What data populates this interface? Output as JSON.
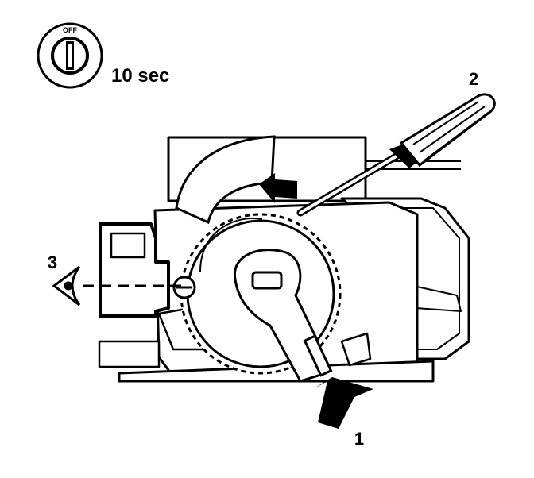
{
  "key_switch": {
    "position_text": "OFF",
    "duration_text": "10 sec"
  },
  "callouts": [
    {
      "id": "1",
      "text": "1"
    },
    {
      "id": "2",
      "text": "2"
    },
    {
      "id": "3",
      "text": "3"
    }
  ],
  "colors": {
    "ink": "#000000",
    "paper": "#ffffff"
  },
  "icons": [
    "ignition-key-icon",
    "screwdriver-icon",
    "eye-icon",
    "arrow-icon"
  ]
}
